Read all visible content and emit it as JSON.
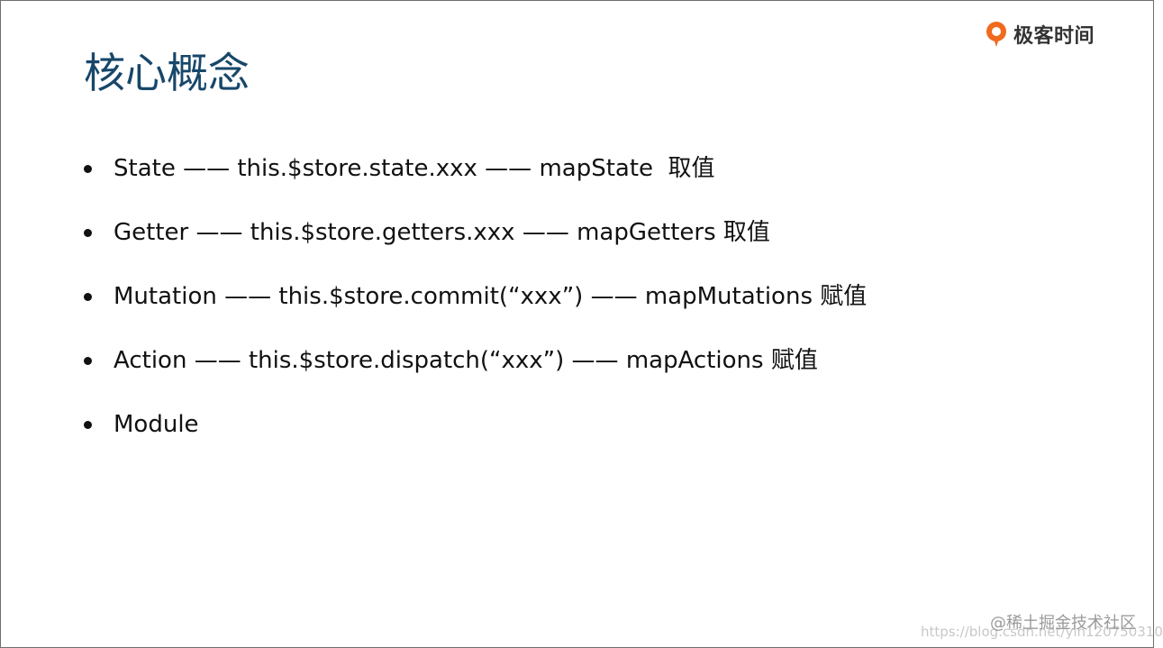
{
  "slide": {
    "title": "核心概念",
    "logo": {
      "icon": "geektime-logo-icon",
      "text": "极客时间",
      "color": "#f06a1d"
    },
    "bullets": [
      {
        "text": "State —— this.$store.state.xxx —— mapState  取值"
      },
      {
        "text": "Getter —— this.$store.getters.xxx —— mapGetters 取值"
      },
      {
        "text": "Mutation —— this.$store.commit(“xxx”) —— mapMutations 赋值"
      },
      {
        "text": "Action —— this.$store.dispatch(“xxx”) —— mapActions 赋值"
      },
      {
        "text": "Module"
      }
    ],
    "title_color": "#17476a"
  },
  "watermarks": {
    "site": "https://blog.csdn.net/yin120750310",
    "brand": "@稀土掘金技术社区"
  }
}
